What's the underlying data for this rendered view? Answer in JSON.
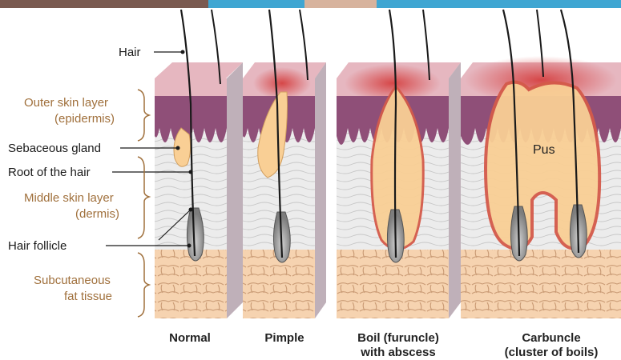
{
  "labels": {
    "hair": "Hair",
    "epidermis": [
      "Outer skin layer",
      "(epidermis)"
    ],
    "sebaceous_gland": "Sebaceous gland",
    "root_of_hair": "Root of the hair",
    "dermis": [
      "Middle skin layer",
      "(dermis)"
    ],
    "hair_follicle": "Hair follicle",
    "fat": [
      "Subcutaneous",
      "fat tissue"
    ],
    "pus": "Pus"
  },
  "captions": {
    "normal": [
      "Normal"
    ],
    "pimple": [
      "Pimple"
    ],
    "boil": [
      "Boil (furuncle)",
      "with abscess"
    ],
    "carbuncle": [
      "Carbuncle",
      "(cluster of boils)"
    ]
  },
  "colors": {
    "epidermis": "#8f4f78",
    "epidermis_top": "#e6b7c0",
    "dermis": "#ececec",
    "fat": "#f6d3b0",
    "fat_line": "#c99a74",
    "pus": "#f9cf95",
    "inflammation": "#d43a3a",
    "follicle": "#9a9a9a",
    "hair": "#1a1a1a",
    "layer_label": "#a0703c"
  }
}
